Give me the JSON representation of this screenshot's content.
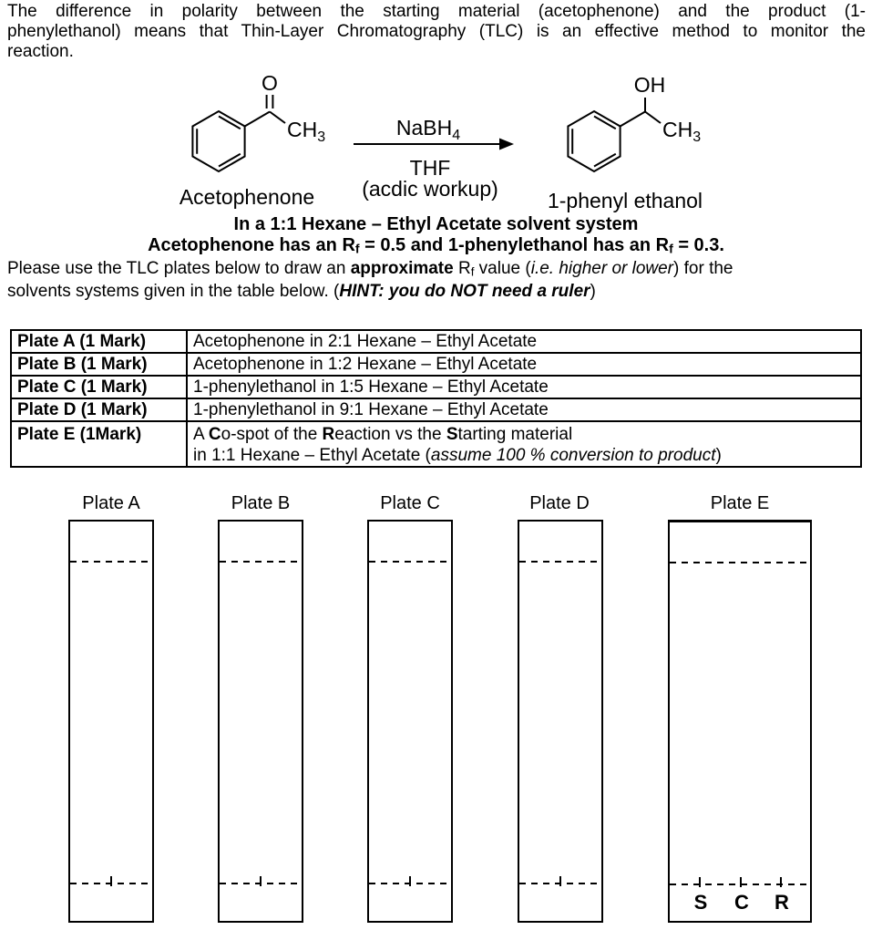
{
  "intro_paragraph": {
    "line1": "The difference in polarity between the starting material (acetophenone) and the product (1-",
    "line2": "phenylethanol) means that Thin-Layer Chromatography (TLC) is an effective method to monitor the",
    "line3": "reaction."
  },
  "scheme": {
    "reactant": {
      "oxygen": "O",
      "methyl_main": "CH",
      "methyl_sub": "3",
      "label": "Acetophenone"
    },
    "arrow": {
      "reagent_main": "NaBH",
      "reagent_sub": "4",
      "solvent": "THF",
      "workup": "(acdic workup)"
    },
    "product": {
      "hydroxyl": "OH",
      "methyl_main": "CH",
      "methyl_sub": "3",
      "label": "1-phenyl ethanol"
    }
  },
  "statement": {
    "line1": "In a 1:1 Hexane – Ethyl Acetate solvent system",
    "line2": {
      "a": "Acetophenone has an R",
      "f1": "f",
      "b": " = 0.5 and 1-phenylethanol has an R",
      "f2": "f",
      "c": " = 0.3."
    }
  },
  "instructions": {
    "line1": {
      "a": "Please use the TLC plates below to draw an ",
      "b": "approximate",
      "c": " R",
      "f": "f",
      "d": " value (",
      "e": "i.e. higher or lower",
      "g": ") for the"
    },
    "line2": {
      "a": "solvents systems given in the table below. (",
      "b": "HINT: you do NOT need a ruler",
      "c": ")"
    }
  },
  "table": {
    "rows": [
      {
        "label": "Plate A (1 Mark)",
        "description": "Acetophenone in 2:1 Hexane – Ethyl Acetate"
      },
      {
        "label": "Plate B (1 Mark)",
        "description": "Acetophenone in 1:2 Hexane – Ethyl Acetate"
      },
      {
        "label": "Plate C (1 Mark)",
        "description": "1-phenylethanol in 1:5 Hexane – Ethyl Acetate"
      },
      {
        "label": "Plate D (1 Mark)",
        "description": "1-phenylethanol in 9:1 Hexane – Ethyl Acetate"
      },
      {
        "label": "Plate E (1Mark)",
        "desc_line1": {
          "pre": "A ",
          "c_bold": "C",
          "mid1": "o-spot of the ",
          "r_bold": "R",
          "mid2": "eaction vs the ",
          "s_bold": "S",
          "post": "tarting material"
        },
        "desc_line2": {
          "pre": "in 1:1 Hexane – Ethyl Acetate (",
          "italic": "assume 100 % conversion to product",
          "post": ")"
        }
      }
    ]
  },
  "plates": [
    {
      "label": "Plate A"
    },
    {
      "label": "Plate B"
    },
    {
      "label": "Plate C"
    },
    {
      "label": "Plate D"
    },
    {
      "label": "Plate E",
      "spot_labels": {
        "s": "S",
        "c": "C",
        "r": "R"
      }
    }
  ],
  "colors": {
    "ink": "#000000",
    "paper": "#ffffff"
  }
}
